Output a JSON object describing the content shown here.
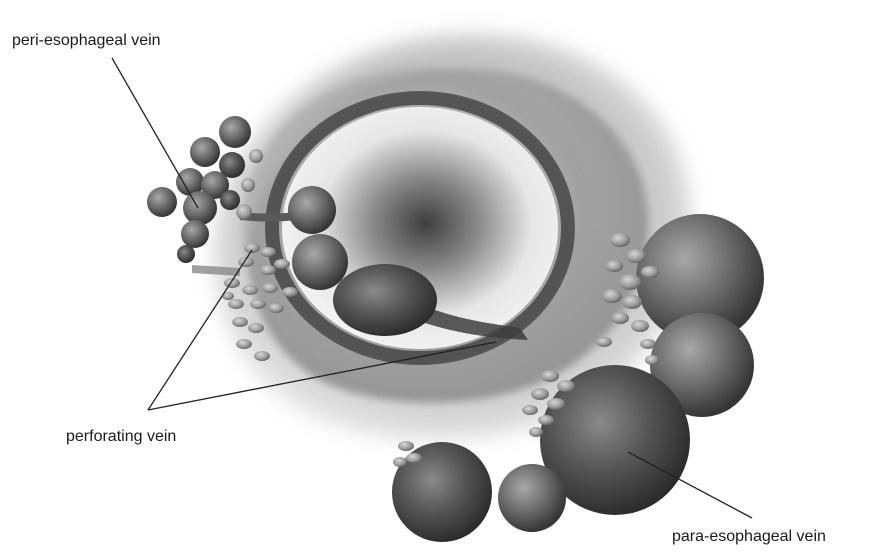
{
  "labels": {
    "peri_esophageal_vein": "peri-esophageal vein",
    "perforating_vein": "perforating vein",
    "para_esophageal_vein": "para-esophageal vein"
  },
  "palette": {
    "background": "#ffffff",
    "vein_fill": "#7a7a7a",
    "vein_dark": "#3a3a3a",
    "wall_light": "#d2d2d2",
    "lumen_dark": "#505050",
    "leader_line": "#222222"
  }
}
